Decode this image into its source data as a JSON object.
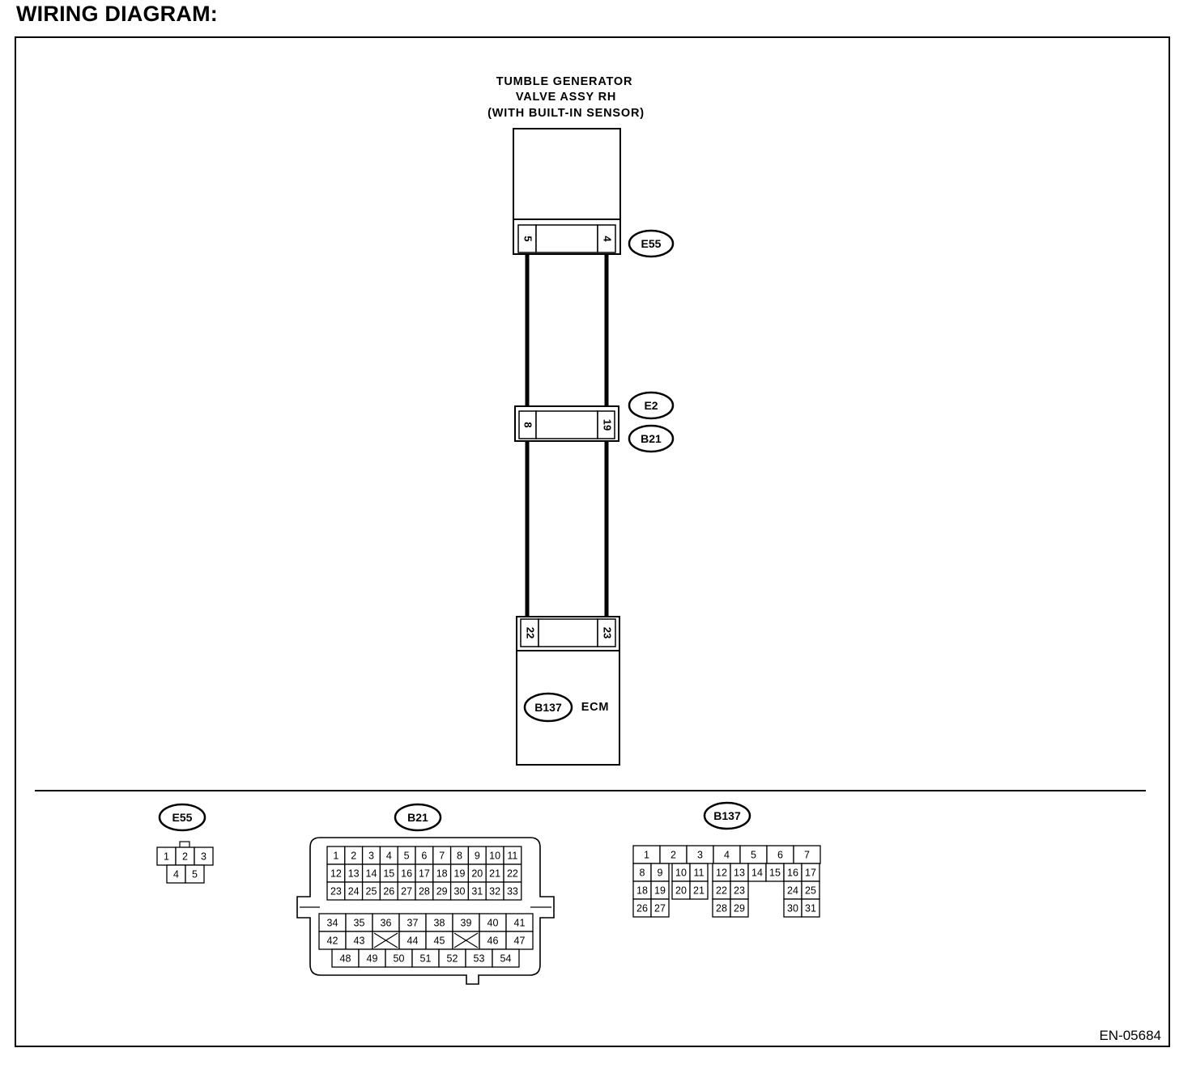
{
  "page_title": "WIRING DIAGRAM:",
  "figure_id": "EN-05684",
  "component": {
    "lines": [
      "TUMBLE GENERATOR",
      "VALVE ASSY RH",
      "(WITH BUILT-IN SENSOR)"
    ]
  },
  "harness_connectors": [
    {
      "id": "E55",
      "pin_left": "5",
      "pin_right": "4"
    },
    {
      "ids": [
        "E2",
        "B21"
      ],
      "pin_left": "8",
      "pin_right": "19"
    },
    {
      "id": "B137",
      "pin_left": "22",
      "pin_right": "23"
    }
  ],
  "ecm": {
    "connector": "B137",
    "label": "ECM"
  },
  "connector_views": {
    "E55": {
      "label": "E55",
      "rows": [
        [
          "1",
          "2",
          "3"
        ],
        [
          "4",
          "5"
        ]
      ]
    },
    "B21": {
      "label": "B21",
      "upper_rows": [
        [
          "1",
          "2",
          "3",
          "4",
          "5",
          "6",
          "7",
          "8",
          "9",
          "10",
          "11"
        ],
        [
          "12",
          "13",
          "14",
          "15",
          "16",
          "17",
          "18",
          "19",
          "20",
          "21",
          "22"
        ],
        [
          "23",
          "24",
          "25",
          "26",
          "27",
          "28",
          "29",
          "30",
          "31",
          "32",
          "33"
        ]
      ],
      "lower_rows": [
        [
          "34",
          "35",
          "36",
          "37",
          "38",
          "39",
          "40",
          "41"
        ],
        [
          "42",
          "43",
          "X",
          "44",
          "45",
          "X",
          "46",
          "47"
        ],
        [
          "48",
          "49",
          "50",
          "51",
          "52",
          "53",
          "54"
        ]
      ]
    },
    "B137": {
      "label": "B137",
      "row1": [
        "1",
        "2",
        "3",
        "4",
        "5",
        "6",
        "7"
      ],
      "groups": [
        {
          "cells": [
            [
              "8",
              "9"
            ],
            [
              "18",
              "19"
            ],
            [
              "26",
              "27"
            ]
          ]
        },
        {
          "cells": [
            [
              "10",
              "11"
            ],
            [
              "20",
              "21"
            ]
          ]
        },
        {
          "cells": [
            [
              "12",
              "13"
            ],
            [
              "22",
              "23"
            ],
            [
              "28",
              "29"
            ]
          ]
        },
        {
          "cells": [
            [
              "14",
              "15"
            ]
          ]
        },
        {
          "cells": [
            [
              "16",
              "17"
            ],
            [
              "24",
              "25"
            ],
            [
              "30",
              "31"
            ]
          ]
        }
      ]
    }
  }
}
